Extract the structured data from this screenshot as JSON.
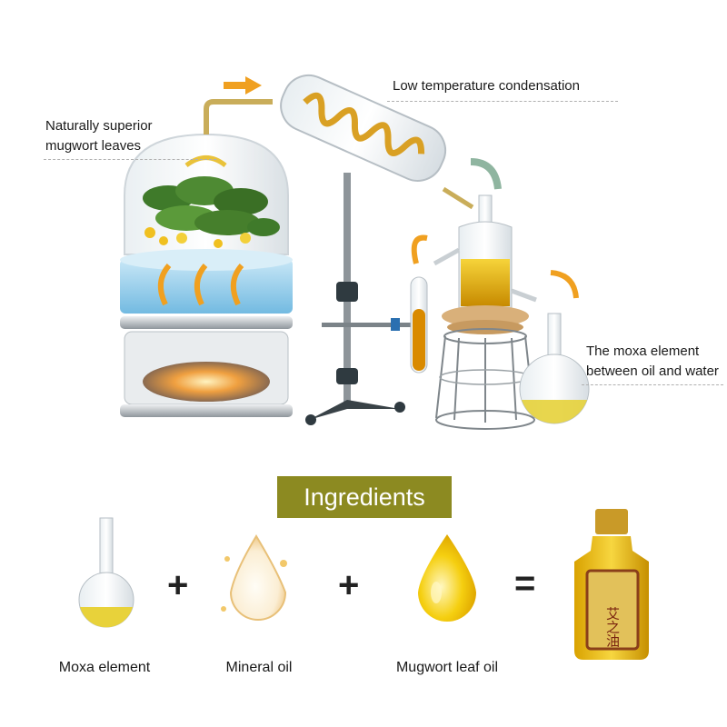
{
  "diagram": {
    "labels": {
      "condensation": "Low temperature condensation",
      "leaves_line1": "Naturally superior",
      "leaves_line2": "mugwort leaves",
      "moxa_line1": "The moxa element",
      "moxa_line2": "between oil and water"
    }
  },
  "ingredients": {
    "title": "Ingredients",
    "plus": "+",
    "equals": "=",
    "items": [
      {
        "label": "Moxa element",
        "icon": "flask-icon"
      },
      {
        "label": "Mineral oil",
        "icon": "oil-drop-icon"
      },
      {
        "label": "Mugwort leaf oil",
        "icon": "golden-drop-icon"
      }
    ],
    "product_icon": "oil-bottle-icon",
    "product_label_text": "艾之油"
  },
  "colors": {
    "banner": "#8c8a21",
    "oil": "#e8b400",
    "arrow": "#f0a020",
    "glass": "#dfe6ea"
  }
}
